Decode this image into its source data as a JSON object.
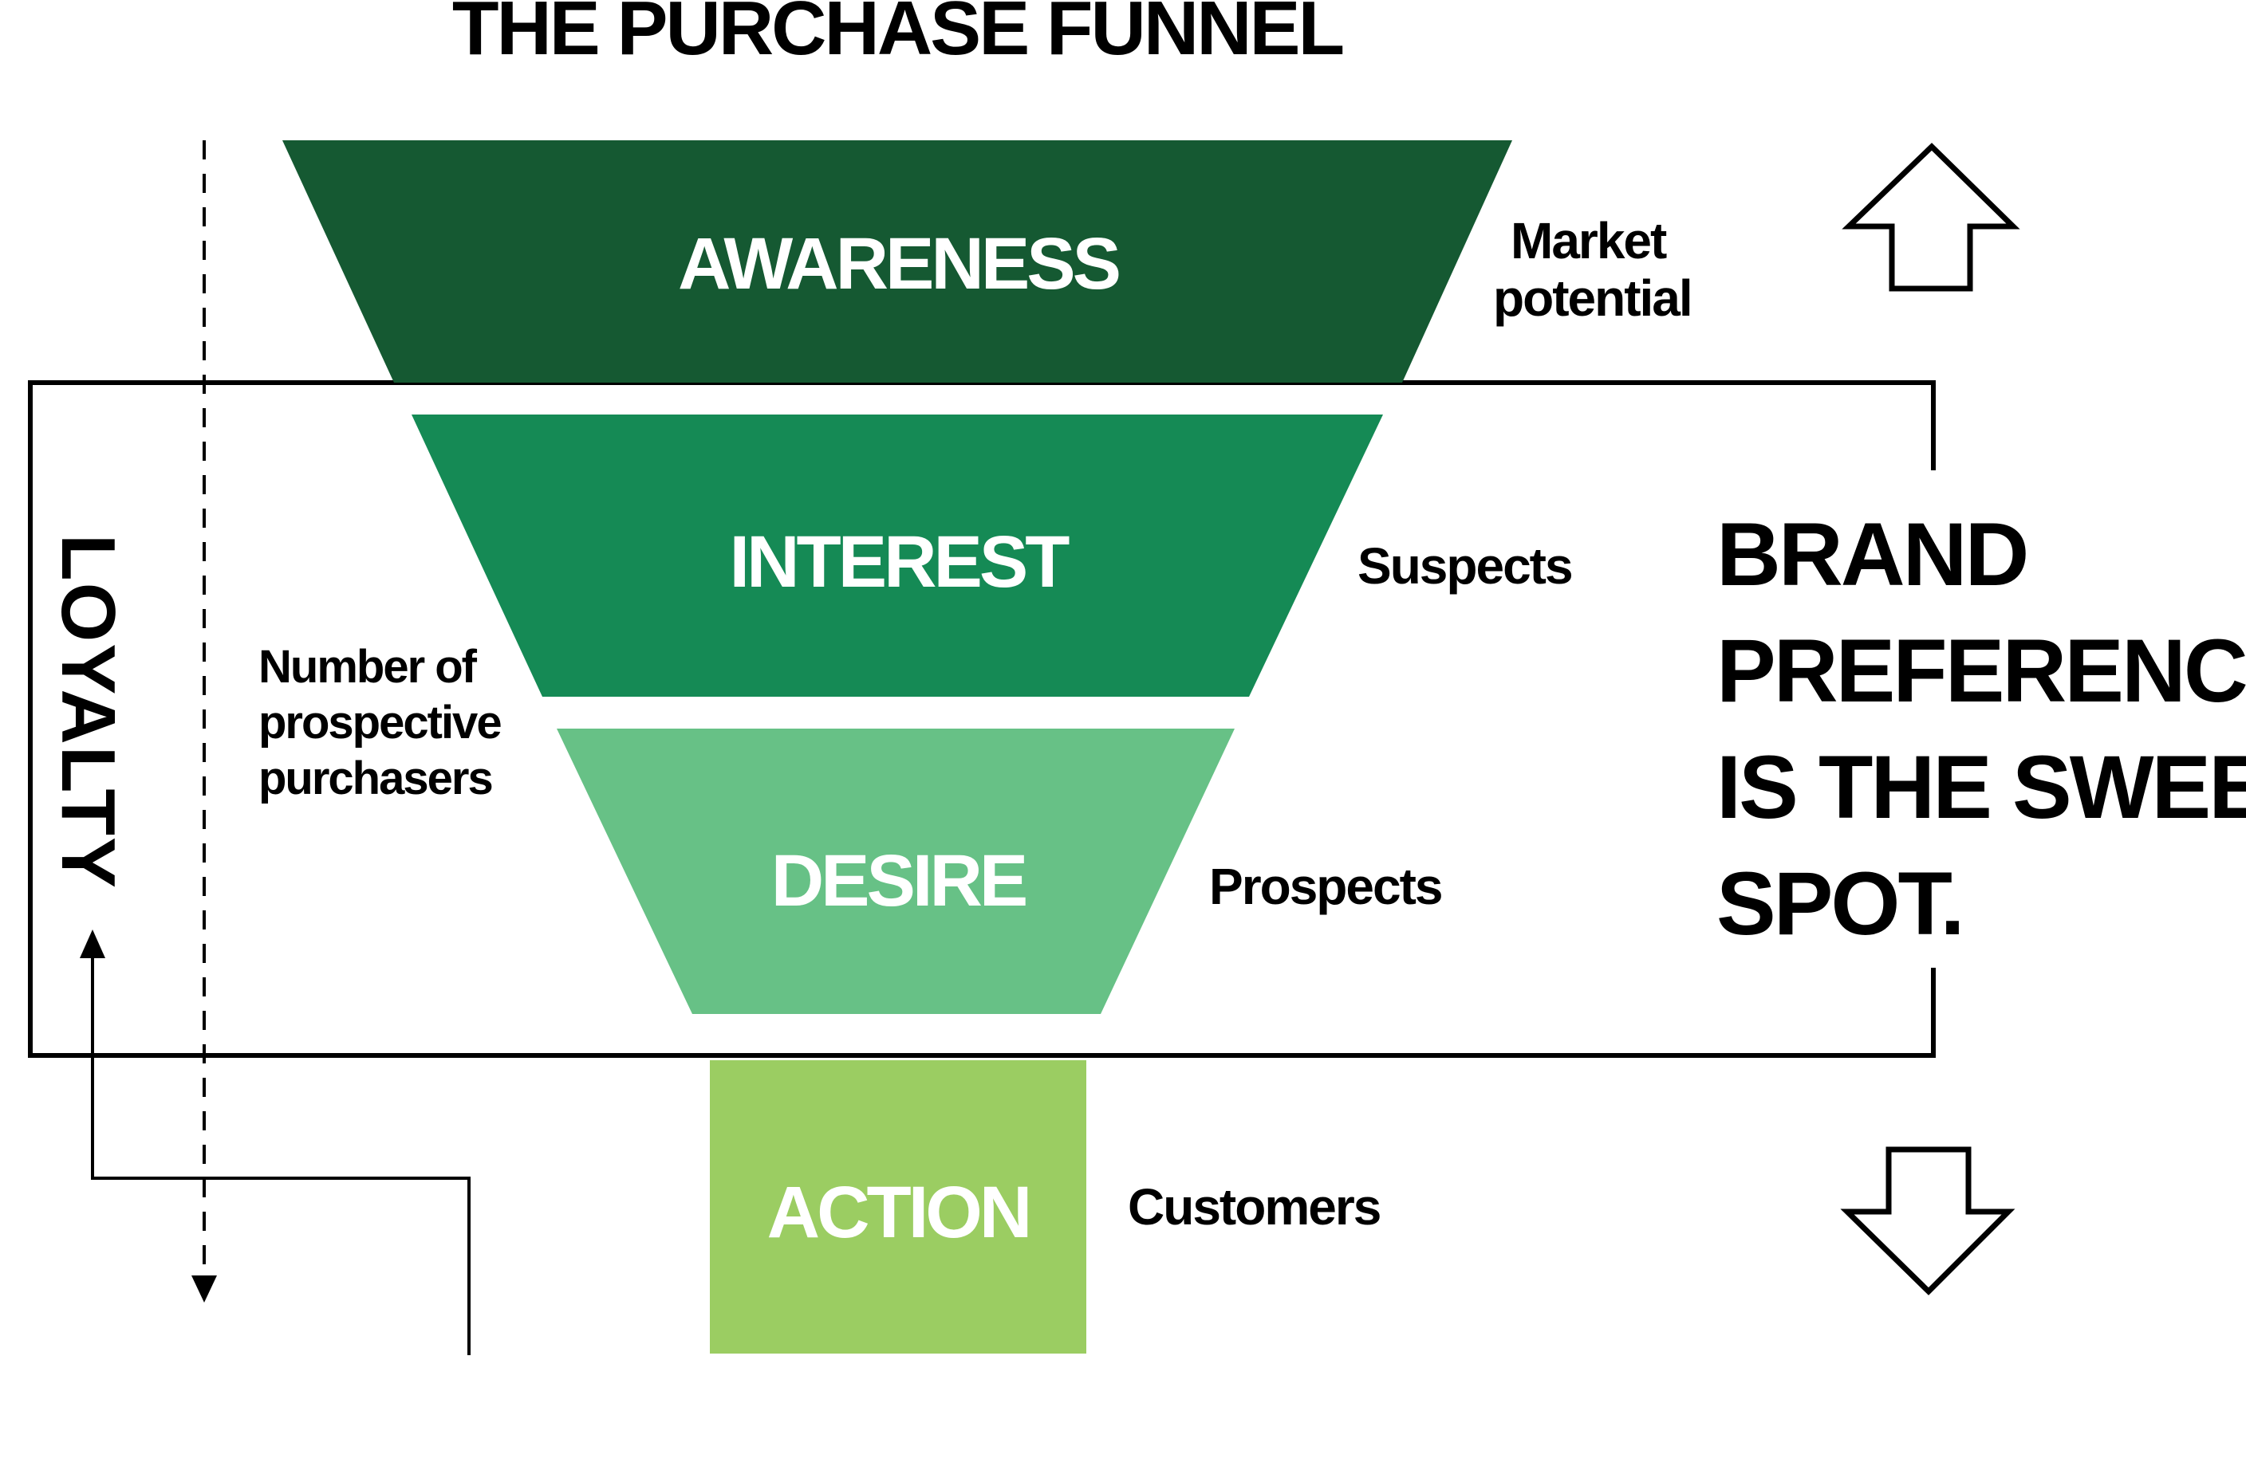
{
  "title": "THE PURCHASE FUNNEL",
  "stages": [
    {
      "label": "AWARENESS",
      "side_label_lines": [
        "Market",
        "potential"
      ],
      "color": "#155932"
    },
    {
      "label": "INTEREST",
      "side_label_lines": [
        "Suspects"
      ],
      "color": "#158a55"
    },
    {
      "label": "DESIRE",
      "side_label_lines": [
        "Prospects"
      ],
      "color": "#67c186"
    },
    {
      "label": "ACTION",
      "side_label_lines": [
        "Customers"
      ],
      "color": "#9bcd62"
    }
  ],
  "left_label_lines": [
    "Number of",
    "prospective",
    "purchasers"
  ],
  "loyalty_label": "LOYALTY",
  "callout_lines": [
    "BRAND",
    "PREFERENCE",
    "IS THE SWEET",
    "SPOT."
  ],
  "icons": {
    "up_arrow": "up-arrow-outline-icon",
    "down_arrow": "down-arrow-outline-icon"
  }
}
